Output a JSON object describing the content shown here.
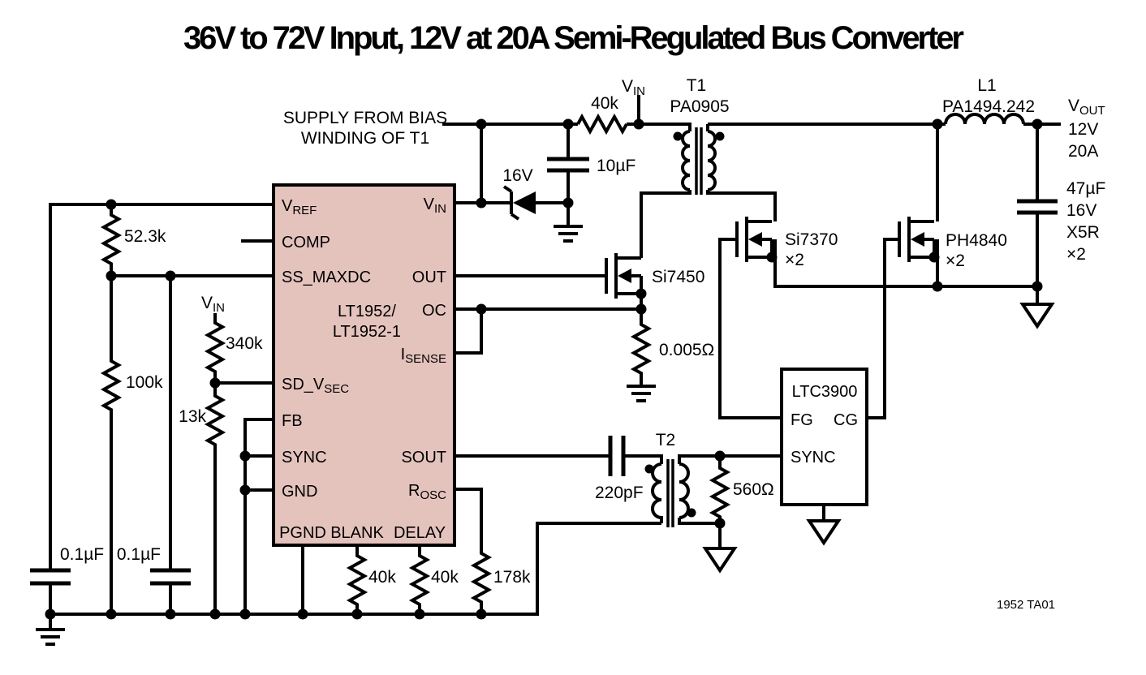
{
  "title": "36V to 72V Input, 12V at 20A Semi-Regulated Bus Converter",
  "footer_code": "1952 TA01",
  "bias_note": {
    "line1": "SUPPLY FROM BIAS",
    "line2": "WINDING OF T1"
  },
  "colors": {
    "ic_fill": "#e5c3bd",
    "line": "#000000",
    "background": "#ffffff"
  },
  "main_ic": {
    "part_line1": "LT1952/",
    "part_line2": "LT1952-1",
    "pins": {
      "vref": {
        "main": "V",
        "sub": "REF"
      },
      "comp": "COMP",
      "ss_maxdc": "SS_MAXDC",
      "sd_vsec": {
        "main": "SD_V",
        "sub": "SEC"
      },
      "fb": "FB",
      "sync": "SYNC",
      "gnd": "GND",
      "vin": {
        "main": "V",
        "sub": "IN"
      },
      "out": "OUT",
      "oc": "OC",
      "isense": {
        "main": "I",
        "sub": "SENSE"
      },
      "sout": "SOUT",
      "rosc": {
        "main": "R",
        "sub": "OSC"
      },
      "pgnd": "PGND",
      "blank": "BLANK",
      "delay": "DELAY"
    }
  },
  "sync_rectifier_ic": {
    "part": "LTC3900",
    "pins": {
      "fg": "FG",
      "cg": "CG",
      "sync": "SYNC"
    }
  },
  "transformers": {
    "t1": {
      "ref": "T1",
      "part": "PA0905"
    },
    "t2": {
      "ref": "T2"
    }
  },
  "inductor_l1": {
    "ref": "L1",
    "part": "PA1494.242"
  },
  "rails": {
    "vin_top": {
      "main": "V",
      "sub": "IN"
    },
    "vin_left": {
      "main": "V",
      "sub": "IN"
    },
    "vout": {
      "main": "V",
      "sub": "OUT",
      "line2": "12V",
      "line3": "20A"
    }
  },
  "resistors": {
    "r_bias": "40k",
    "r_vref_top": "52.3k",
    "r_vref_bottom": "100k",
    "r_sd_top": "340k",
    "r_sd_bottom": "13k",
    "r_blank": "40k",
    "r_delay": "40k",
    "r_osc": "178k",
    "r_sync_term": "560Ω",
    "r_sense": "0.005Ω"
  },
  "capacitors": {
    "c_bias": "10µF",
    "c_vref": "0.1µF",
    "c_ss": "0.1µF",
    "c_sout": "220pF",
    "c_out": {
      "line1": "47µF",
      "line2": "16V",
      "line3": "X5R",
      "line4": "×2"
    }
  },
  "diodes": {
    "zener_bias": "16V"
  },
  "mosfets": {
    "primary_switch": "Si7450",
    "forward_rectifier": {
      "part": "Si7370",
      "qty": "×2"
    },
    "catch_rectifier": {
      "part": "PH4840",
      "qty": "×2"
    }
  }
}
